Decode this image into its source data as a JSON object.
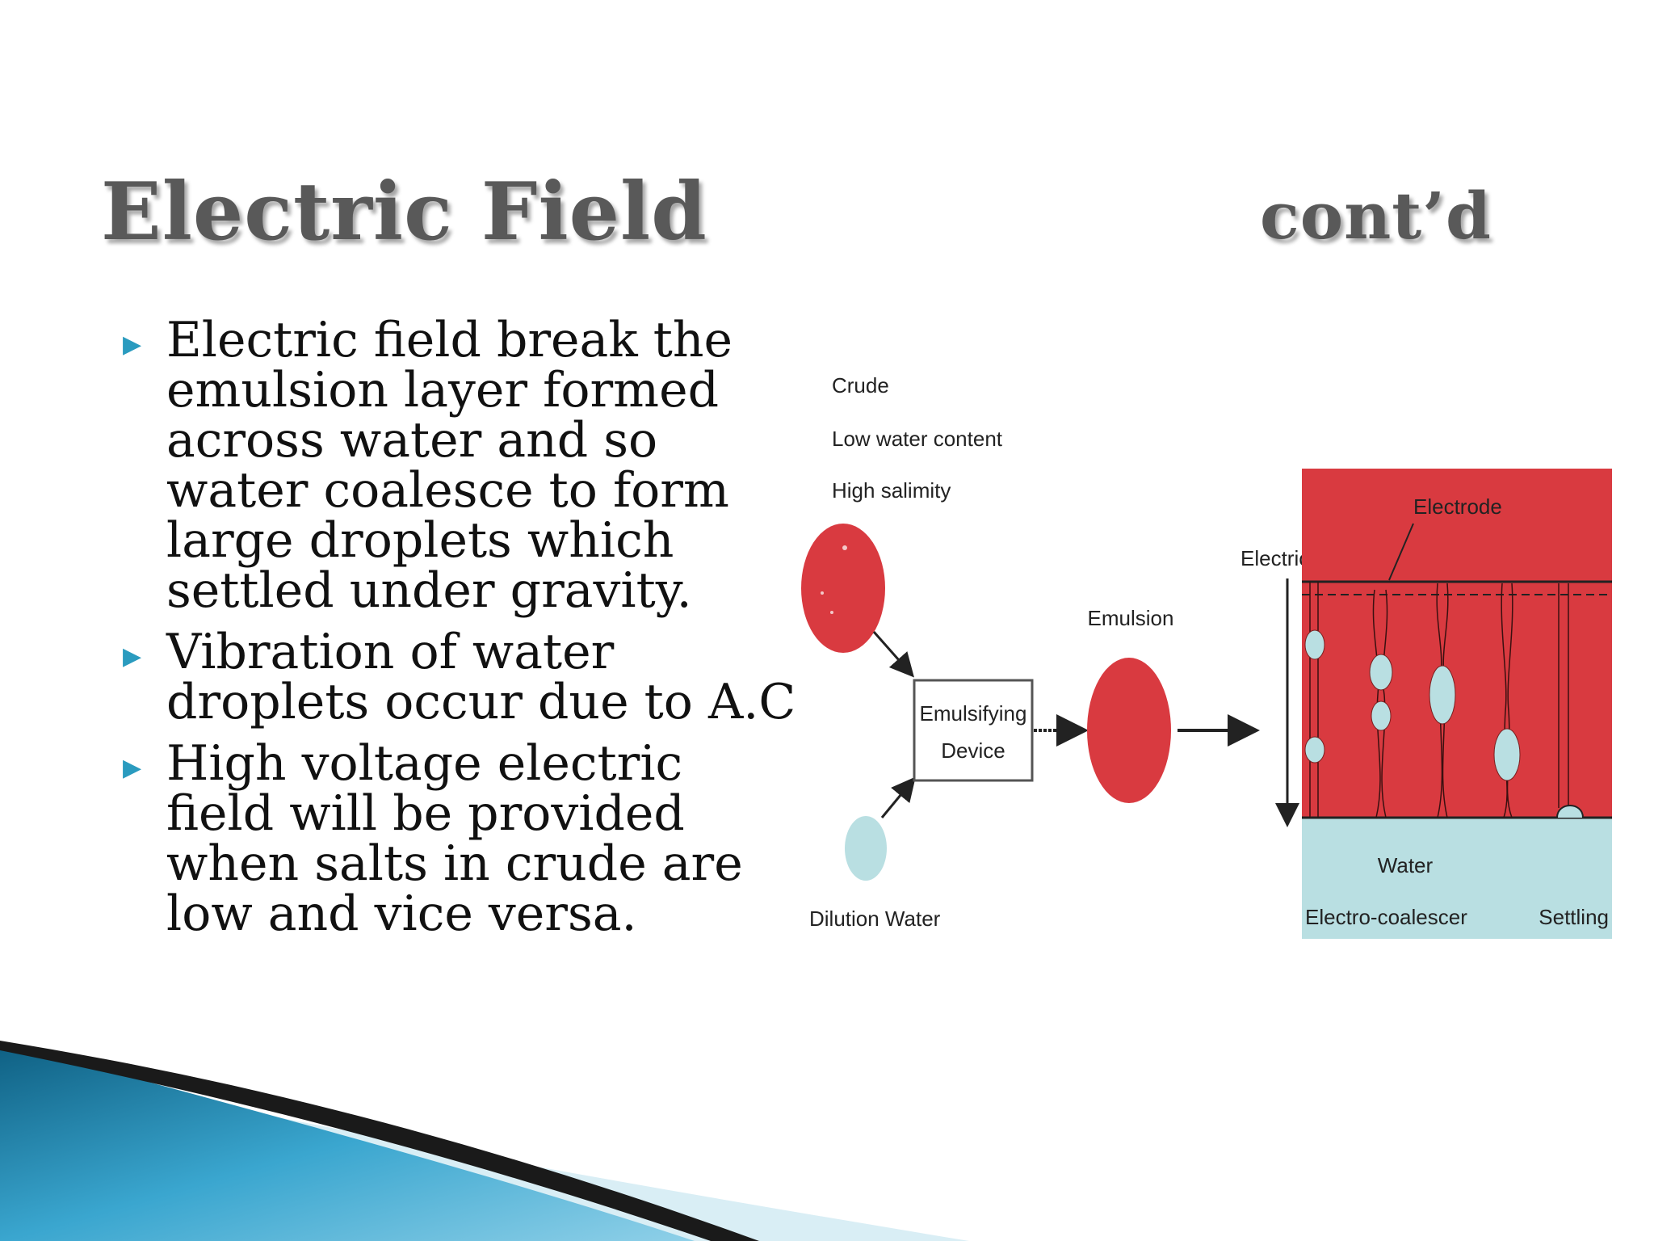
{
  "slide": {
    "title": "Electric Field",
    "title_suffix": "cont’d",
    "bullets": [
      "Electric field break the emulsion layer formed across water and so water coalesce to form large droplets which settled under gravity.",
      "Vibration of water droplets occur due to A.C",
      "High voltage electric field will be provided when salts in crude are low and vice versa."
    ]
  },
  "diagram": {
    "crude_label": "Crude",
    "low_water_label": "Low water content",
    "high_salinity_label": "High salimity",
    "device_line1": "Emulsifying",
    "device_line2": "Device",
    "dilution_water_label": "Dilution Water",
    "emulsion_label": "Emulsion",
    "electrode_label": "Electrode",
    "electric_field_label": "Electric Field",
    "water_label": "Water",
    "electrocoalescer_label": "Electro-coalescer",
    "settling_label": "Settling"
  },
  "colors": {
    "title": "#595959",
    "bullet_marker": "#2a9bbf",
    "crude_red": "#d93a40",
    "water_blue": "#b9dfe2",
    "deco_blue": "#1f7fa6"
  }
}
